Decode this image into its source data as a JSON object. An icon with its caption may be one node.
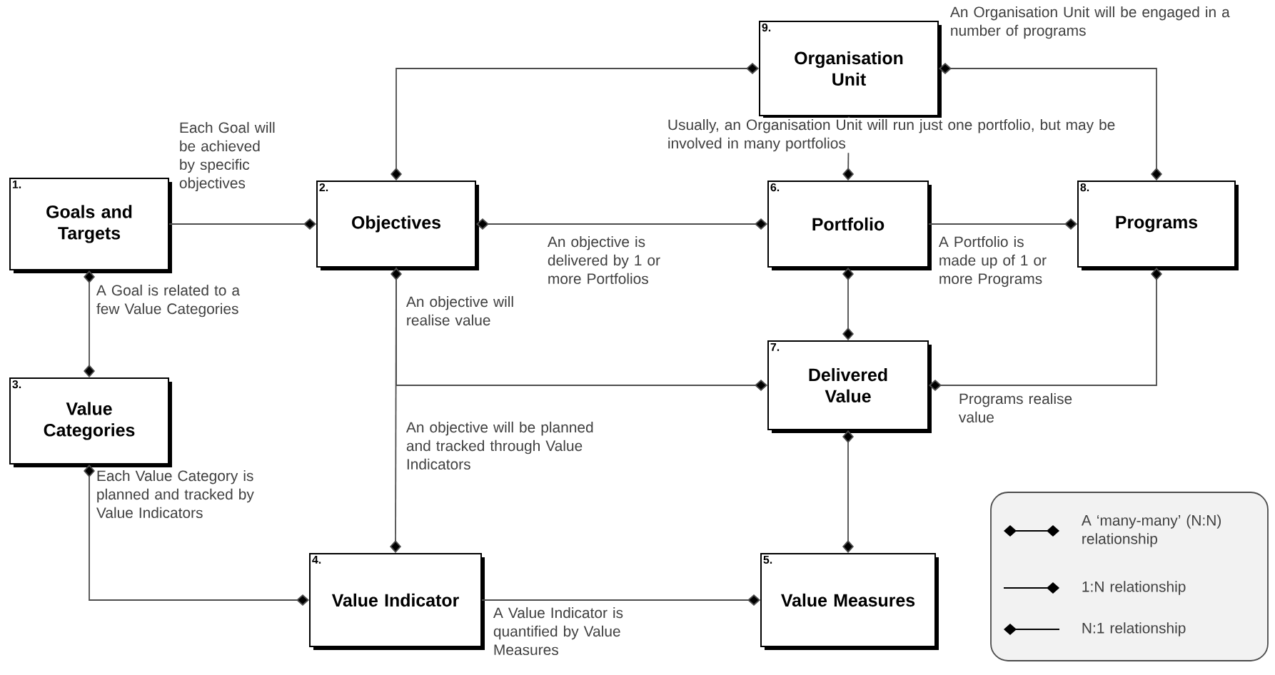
{
  "diagram": {
    "nodes": [
      {
        "text": [
          "1.",
          "Goals and Targets"
        ]
      },
      {
        "text": [
          "2.",
          "Objectives"
        ]
      },
      {
        "text": [
          "3.",
          "Value Categories"
        ]
      },
      {
        "text": [
          "4.",
          "Value Indicator"
        ]
      },
      {
        "text": [
          "5.",
          "Value Measures"
        ]
      },
      {
        "text": [
          "6.",
          "Portfolio"
        ]
      },
      {
        "text": [
          "7.",
          "Delivered Value"
        ]
      },
      {
        "text": [
          "8.",
          "Programs"
        ]
      },
      {
        "text": [
          "9.",
          "Organisation Unit"
        ]
      }
    ],
    "edges": [
      {
        "from": 0,
        "to": 1,
        "arrow": "other",
        "label": "Each Goal will be achieved by specific objectives"
      },
      {
        "from": 0,
        "to": 2,
        "arrow": "other",
        "label": "A Goal is related to a few Value Categories"
      },
      {
        "from": 1,
        "to": 5,
        "arrow": "other",
        "label": "An objective is delivered by 1 or more Portfolios"
      },
      {
        "from": 1,
        "to": 8,
        "arrow": "other"
      },
      {
        "from": 8,
        "to": 5,
        "arrow": "other",
        "label": "Usually, an Organisation Unit will run just one portfolio, but may be involved in many portfolios"
      },
      {
        "from": 8,
        "to": 7,
        "arrow": "other",
        "label": "An Organisation Unit will be engaged in a number of programs"
      },
      {
        "from": 5,
        "to": 7,
        "arrow": "other",
        "label": "A Portfolio is made up of 1 or more Programs"
      },
      {
        "from": 5,
        "to": 6,
        "arrow": "other"
      },
      {
        "from": 7,
        "to": 6,
        "arrow": "other",
        "label": "Programs realise value"
      },
      {
        "from": 1,
        "to": 6,
        "arrow": "other",
        "label": "An objective will realise value"
      },
      {
        "from": 1,
        "to": 3,
        "arrow": "other",
        "label": "An objective will be planned and tracked through Value Indicators"
      },
      {
        "from": 2,
        "to": 3,
        "arrow": "other",
        "label": "Each Value Category is planned and tracked by Value Indicators"
      },
      {
        "from": 3,
        "to": 4,
        "arrow": "other",
        "label": "A Value Indicator is quantified by Value Measures"
      },
      {
        "from": 6,
        "to": 4,
        "arrow": "other"
      }
    ],
    "legend": [
      {
        "text": "A ‘many-many’ (N:N) relationship"
      },
      {
        "text": "1:N relationship"
      },
      {
        "text": "N:1 relationship"
      }
    ]
  }
}
